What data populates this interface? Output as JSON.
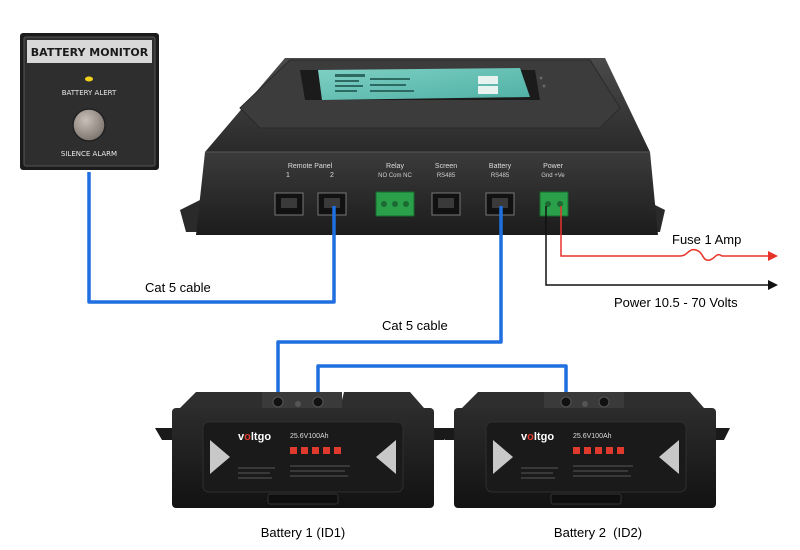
{
  "monitor_panel": {
    "title": "BATTERY MONITOR",
    "alert_label": "BATTERY ALERT",
    "silence_label": "SILENCE ALARM"
  },
  "device": {
    "ports": {
      "remote_panel": "Remote Panel",
      "remote_1": "1",
      "remote_2": "2",
      "relay": "Relay",
      "relay_sub": "NO Com NC",
      "screen": "Screen",
      "screen_sub": "RS485",
      "battery": "Battery",
      "battery_sub": "RS485",
      "power": "Power",
      "power_sub": "Gnd +Ve"
    }
  },
  "labels": {
    "cat5_left": "Cat 5 cable",
    "cat5_right": "Cat 5 cable",
    "fuse": "Fuse 1 Amp",
    "power": "Power 10.5 - 70 Volts"
  },
  "batteries": [
    {
      "brand_prefix": "v",
      "brand_o": "o",
      "brand_mid": "ltg",
      "brand_end": "o",
      "spec": "25.6V100Ah",
      "caption": "Battery 1 (ID1)"
    },
    {
      "brand_prefix": "v",
      "brand_o": "o",
      "brand_mid": "ltg",
      "brand_end": "o",
      "spec": "25.6V100Ah",
      "caption": "Battery 2  (ID2)"
    }
  ],
  "colors": {
    "cable_blue": "#1f6fe0",
    "fuse_red": "#e8322a",
    "wire_black": "#111111"
  }
}
